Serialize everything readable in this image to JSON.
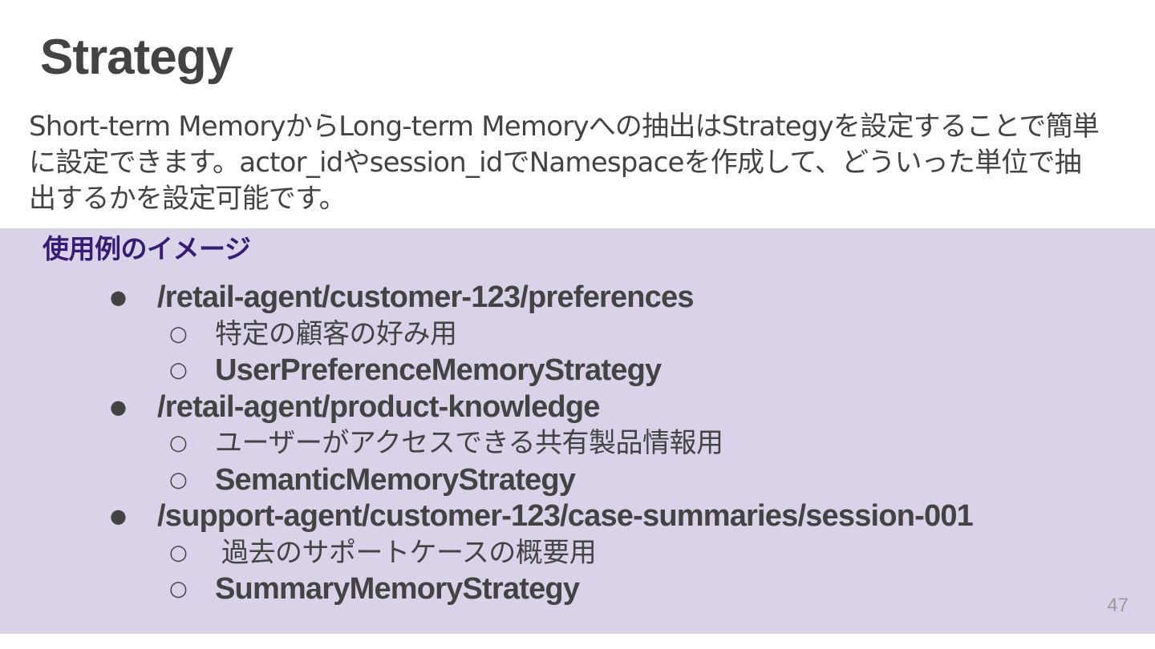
{
  "slide": {
    "title": "Strategy",
    "intro": "Short-term MemoryからLong-term Memoryへの抽出はStrategyを設定することで簡単に設定できます。actor_idやsession_idでNamespaceを作成して、どういった単位で抽出するかを設定可能です。",
    "page_number": "47"
  },
  "panel": {
    "heading": "使用例のイメージ",
    "background_color": "#d9d2e9",
    "heading_color": "#351c75",
    "bullet_symbol": "●",
    "sub_bullet_symbol": "○",
    "items": [
      {
        "path": "/retail-agent/customer-123/preferences",
        "description": "特定の顧客の好み用",
        "strategy": "UserPreferenceMemoryStrategy"
      },
      {
        "path": "/retail-agent/product-knowledge",
        "description": "ユーザーがアクセスできる共有製品情報用",
        "strategy": "SemanticMemoryStrategy"
      },
      {
        "path": "/support-agent/customer-123/case-summaries/session-001",
        "description": "過去のサポートケースの概要用",
        "strategy": "SummaryMemoryStrategy"
      }
    ]
  }
}
